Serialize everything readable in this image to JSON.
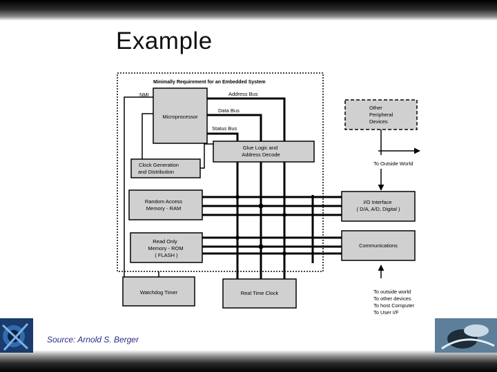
{
  "slide": {
    "title": "Example",
    "source": "Source: Arnold S. Berger"
  },
  "diagram": {
    "system_title": "Minimally Requirement for an Embedded System",
    "nmi": "NMI",
    "address_bus": "Address Bus",
    "data_bus": "Data Bus",
    "status_bus": "Status Bus",
    "microprocessor": "Microprocessor",
    "glue_logic": [
      "Glue Logic and",
      "Address Decode"
    ],
    "clock_gen": [
      "Clock Generation",
      "and Distribution"
    ],
    "ram": [
      "Random Access",
      "Memory - RAM"
    ],
    "rom": [
      "Read Only",
      "Memory - ROM",
      "( FLASH )"
    ],
    "watchdog": "Watchdog Timer",
    "rtc": "Real Time Clock",
    "other_peripherals": [
      "Other",
      "Peripheral",
      "Devices"
    ],
    "io_interface": [
      "I/O Interface",
      "( D/A, A/D, Digital )"
    ],
    "communications": "Communications",
    "outside_world": "To Outside World",
    "outside_list": [
      "To outside world",
      "To other devices",
      "To host Computer",
      "To User I/F"
    ]
  },
  "colors": {
    "block_fill": "#d0d0d0",
    "line": "#000000",
    "source_text": "#2a2a8a"
  }
}
